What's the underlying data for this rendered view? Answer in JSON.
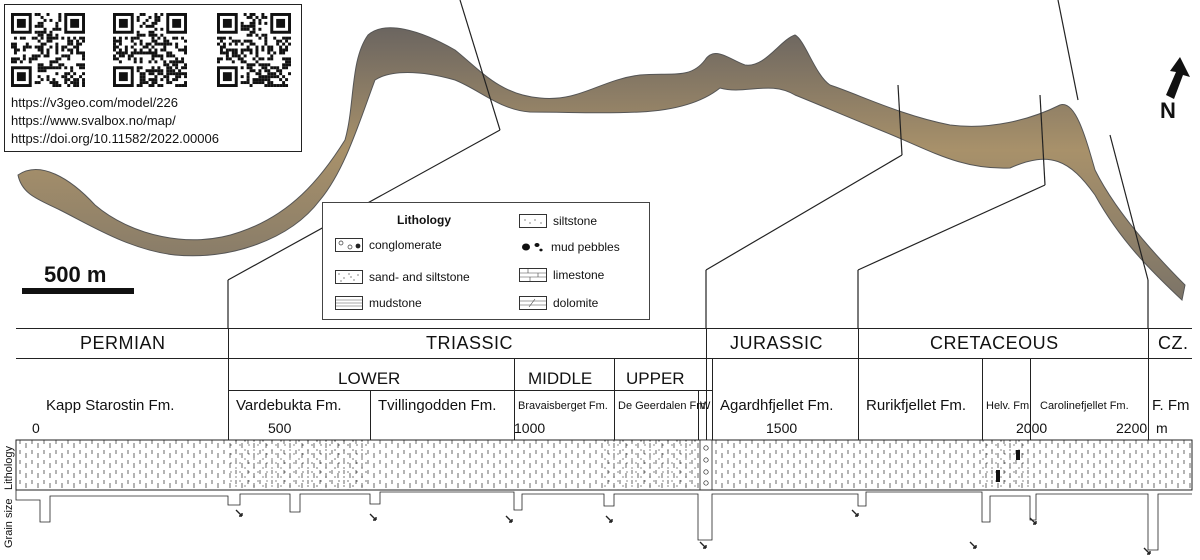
{
  "urls": [
    "https://v3geo.com/model/226",
    "https://www.svalbox.no/map/",
    "https://doi.org/10.11582/2022.00006"
  ],
  "qr_codes": [
    {
      "name": "qr-code-v3geo"
    },
    {
      "name": "qr-code-svalbox"
    },
    {
      "name": "qr-code-doi"
    }
  ],
  "scale_bar": {
    "label": "500 m"
  },
  "north_arrow": {
    "label": "N"
  },
  "legend": {
    "title": "Lithology",
    "items": [
      {
        "label": "conglomerate",
        "pattern": "conglomerate"
      },
      {
        "label": "sand- and siltstone",
        "pattern": "sand"
      },
      {
        "label": "mudstone",
        "pattern": "mud"
      },
      {
        "label": "siltstone",
        "pattern": "silt"
      },
      {
        "label": "mud pebbles",
        "pattern": "pebbles"
      },
      {
        "label": "limestone",
        "pattern": "lime"
      },
      {
        "label": "dolomite",
        "pattern": "dolo"
      }
    ]
  },
  "periods": [
    "PERMIAN",
    "TRIASSIC",
    "JURASSIC",
    "CRETACEOUS",
    "CZ."
  ],
  "epochs": [
    "LOWER",
    "MIDDLE",
    "UPPER"
  ],
  "formations": [
    "Kapp Starostin Fm.",
    "Vardebukta Fm.",
    "Tvillingodden Fm.",
    "Bravaisberget Fm.",
    "De Geerdalen Fm.",
    "W",
    "Agardhfjellet Fm.",
    "Rurikfjellet Fm.",
    "Helv. Fm",
    "Carolinefjellet Fm.",
    "F. Fm"
  ],
  "axis": {
    "ticks": [
      "0",
      "500",
      "1000",
      "1500",
      "2000",
      "2200"
    ],
    "unit": "m",
    "side_labels": [
      "Lithology",
      "Grain size"
    ]
  },
  "colors": {
    "outcrop": "#9a8a6c",
    "outcrop_dark": "#5d5a55",
    "line": "#222222"
  }
}
